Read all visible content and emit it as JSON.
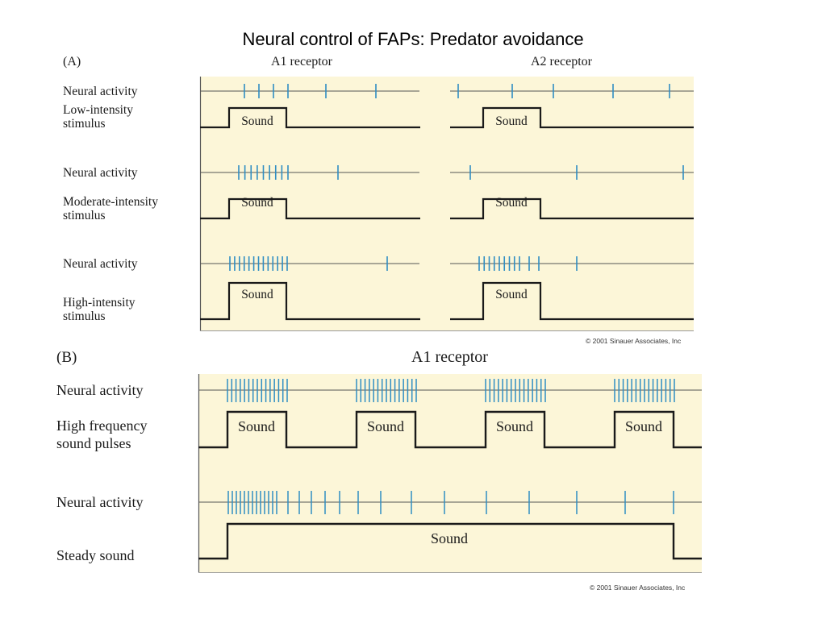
{
  "title": "Neural control of FAPs: Predator avoidance",
  "colors": {
    "panel_bg": "#fcf6d8",
    "spike": "#2f8ec3",
    "trace": "#1a1a1a",
    "axis": "#555555"
  },
  "panel_a": {
    "letter": "(A)",
    "receptors": [
      "A1 receptor",
      "A2 receptor"
    ],
    "rows": [
      {
        "activity_label": "Neural activity",
        "stimulus_label_1": "Low-intensity",
        "stimulus_label_2": "stimulus",
        "sound_label": "Sound"
      },
      {
        "activity_label": "Neural activity",
        "stimulus_label_1": "Moderate-intensity",
        "stimulus_label_2": "stimulus",
        "sound_label": "Sound"
      },
      {
        "activity_label": "Neural activity",
        "stimulus_label_1": "High-intensity",
        "stimulus_label_2": "stimulus",
        "sound_label": "Sound"
      }
    ],
    "copyright": "© 2001 Sinauer Associates, Inc"
  },
  "panel_b": {
    "letter": "(B)",
    "receptor": "A1 receptor",
    "rows": [
      {
        "activity_label": "Neural activity",
        "stimulus_label_1": "High frequency",
        "stimulus_label_2": "sound pulses",
        "sound_label": "Sound"
      },
      {
        "activity_label": "Neural activity",
        "stimulus_label_1": "Steady sound",
        "sound_label": "Sound"
      }
    ],
    "copyright": "© 2001 Sinauer Associates, Inc"
  }
}
